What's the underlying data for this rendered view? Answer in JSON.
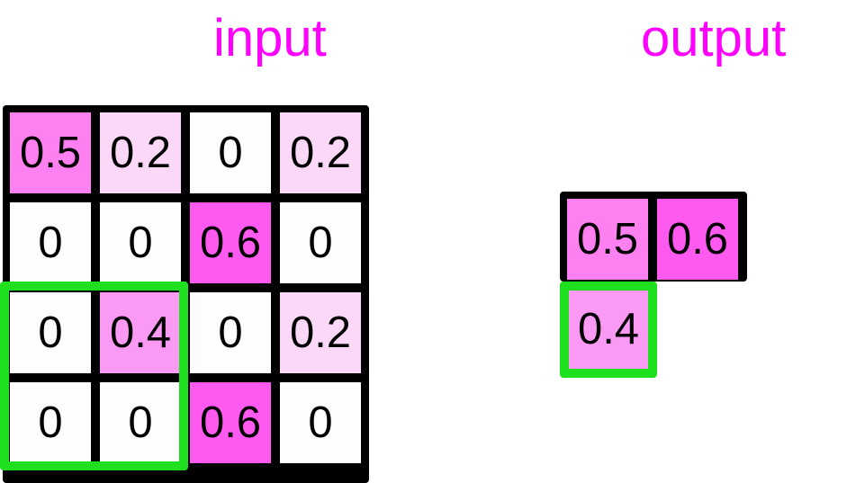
{
  "titles": {
    "input": "input",
    "output": "output"
  },
  "palette": {
    "accent_magenta": "#ff00ff",
    "selection_green": "#1fe01f",
    "grid_line": "#000000",
    "background": "#ffffff",
    "value_0": "#fdfcfe",
    "value_0_2": "#fcd8f8",
    "value_0_4": "#fa9af5",
    "value_0_5": "#ff80f0",
    "value_0_6": "#ff5af0"
  },
  "input_grid": {
    "rows": 4,
    "cols": 4,
    "cells": [
      [
        {
          "value": "0.5",
          "color": "#ff80f0"
        },
        {
          "value": "0.2",
          "color": "#fcd8f8"
        },
        {
          "value": "0",
          "color": "#fdfcfe"
        },
        {
          "value": "0.2",
          "color": "#fcd8f8"
        }
      ],
      [
        {
          "value": "0",
          "color": "#fdfcfe"
        },
        {
          "value": "0",
          "color": "#fdfcfe"
        },
        {
          "value": "0.6",
          "color": "#ff5af0"
        },
        {
          "value": "0",
          "color": "#fdfcfe"
        }
      ],
      [
        {
          "value": "0",
          "color": "#fdfcfe"
        },
        {
          "value": "0.4",
          "color": "#fa9af5"
        },
        {
          "value": "0",
          "color": "#fdfcfe"
        },
        {
          "value": "0.2",
          "color": "#fcd8f8"
        }
      ],
      [
        {
          "value": "0",
          "color": "#fdfcfe"
        },
        {
          "value": "0",
          "color": "#fdfcfe"
        },
        {
          "value": "0.6",
          "color": "#ff5af0"
        },
        {
          "value": "0",
          "color": "#fdfcfe"
        }
      ]
    ],
    "selection": {
      "row_start": 3,
      "row_end": 4,
      "col_start": 1,
      "col_end": 2,
      "color": "#1fe01f"
    }
  },
  "output_grid": {
    "rows": 2,
    "cols": 2,
    "top_row": [
      {
        "value": "0.5",
        "color": "#ff80f0"
      },
      {
        "value": "0.6",
        "color": "#ff5af0"
      }
    ],
    "selected_cell": {
      "value": "0.4",
      "color": "#fa9af5",
      "border_color": "#1fe01f"
    }
  },
  "chart_data": {
    "type": "heatmap",
    "title": "",
    "panels": [
      {
        "name": "input",
        "shape": [
          4,
          4
        ],
        "values": [
          [
            0.5,
            0.2,
            0.0,
            0.2
          ],
          [
            0.0,
            0.0,
            0.6,
            0.0
          ],
          [
            0.0,
            0.4,
            0.0,
            0.2
          ],
          [
            0.0,
            0.0,
            0.6,
            0.0
          ]
        ],
        "highlight_region": {
          "rows": [
            3,
            4
          ],
          "cols": [
            1,
            2
          ]
        }
      },
      {
        "name": "output",
        "shape": [
          2,
          2
        ],
        "values": [
          [
            0.5,
            0.6
          ],
          [
            0.4,
            null
          ]
        ],
        "highlight_cells": [
          [
            2,
            1
          ]
        ]
      }
    ],
    "xlabel": "",
    "ylabel": "",
    "legend": []
  }
}
